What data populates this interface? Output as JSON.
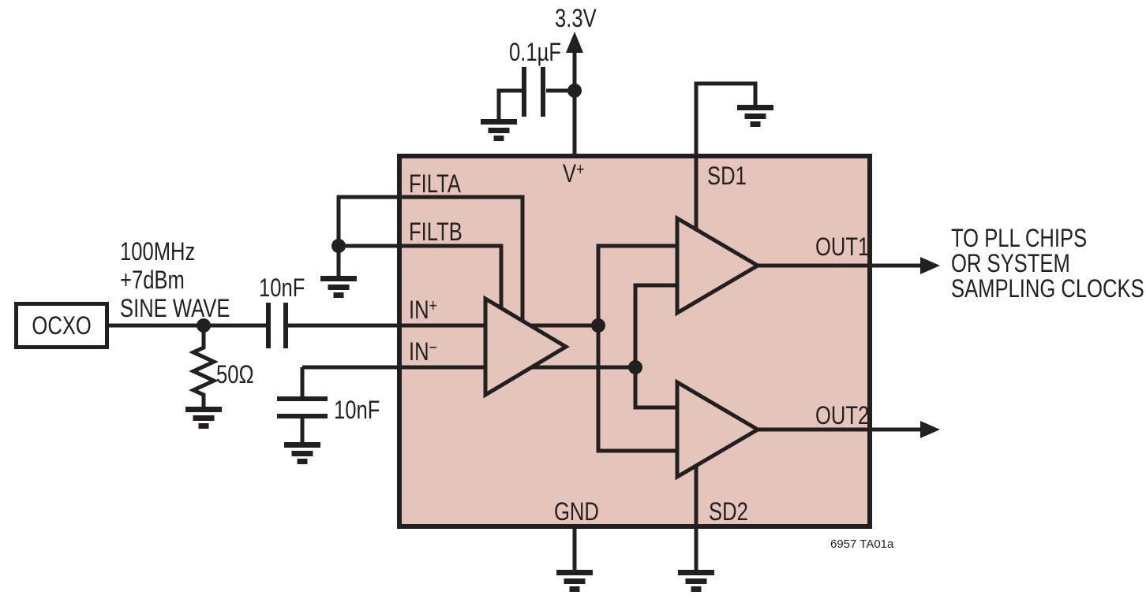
{
  "colors": {
    "ic_fill": "#e5c4bc",
    "line": "#231f20",
    "background": "#ffffff"
  },
  "source": {
    "box_label": "OCXO",
    "signal_lines": [
      "100MHz",
      "+7dBm",
      "SINE WAVE"
    ]
  },
  "input_network": {
    "series_cap_label": "10nF",
    "termination_resistor_label": "50Ω",
    "inminus_cap_label": "10nF"
  },
  "supply": {
    "voltage_label": "3.3V",
    "bypass_cap_label": "0.1µF"
  },
  "ic": {
    "pin_filta": "FILTA",
    "pin_filtb": "FILTB",
    "pin_in_plus": {
      "base": "IN",
      "sup": "+"
    },
    "pin_in_minus": {
      "base": "IN",
      "sup": "−"
    },
    "pin_vplus": {
      "base": "V",
      "sup": "+"
    },
    "pin_sd1": "SD1",
    "pin_sd2": "SD2",
    "pin_gnd": "GND",
    "pin_out1": "OUT1",
    "pin_out2": "OUT2"
  },
  "output_note_lines": [
    "TO PLL CHIPS",
    "OR SYSTEM",
    "SAMPLING CLOCKS"
  ],
  "figure_id": "6957 TA01a"
}
